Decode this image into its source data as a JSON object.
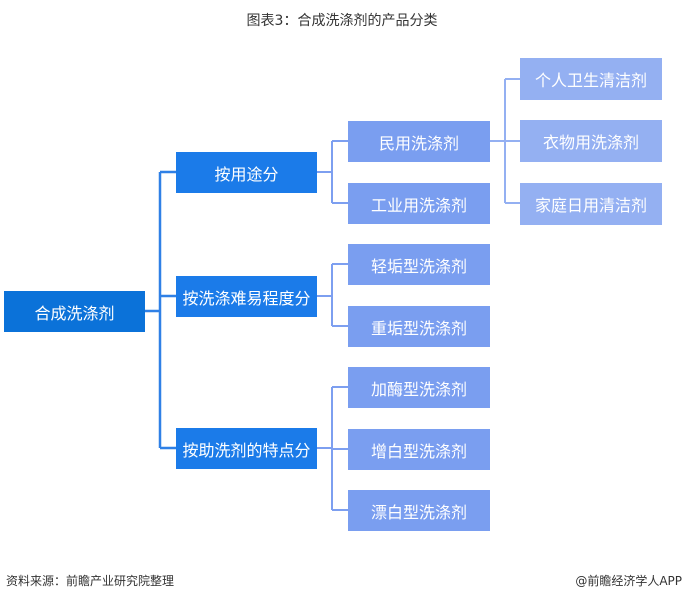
{
  "title": "图表3：合成洗涤剂的产品分类",
  "root": "合成洗涤剂",
  "level1": [
    "按用途分",
    "按洗涤难易程度分",
    "按助洗剂的特点分"
  ],
  "level2": [
    "民用洗涤剂",
    "工业用洗涤剂",
    "轻垢型洗涤剂",
    "重垢型洗涤剂",
    "加酶型洗涤剂",
    "增白型洗涤剂",
    "漂白型洗涤剂"
  ],
  "level3": [
    "个人卫生清洁剂",
    "衣物用洗涤剂",
    "家庭日用清洁剂"
  ],
  "footer": {
    "source": "资料来源：前瞻产业研究院整理",
    "credit": "@前瞻经济学人APP"
  },
  "colors": {
    "root": "#0b72d9",
    "level1": "#1b7be9",
    "level2": "#7a9ef0",
    "level3": "#94b0f2"
  }
}
